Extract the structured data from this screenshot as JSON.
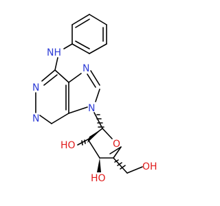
{
  "colors": {
    "carbon_bond": "#000000",
    "nitrogen": "#2f3dd6",
    "oxygen": "#e01b1b",
    "background": "#ffffff"
  },
  "labels": {
    "nh": "NH",
    "n1": "N",
    "n3": "N",
    "n7": "N",
    "n9": "N",
    "o_ring": "O",
    "ho_2": "HO",
    "ho_3": "HO",
    "oh_5": "OH"
  }
}
